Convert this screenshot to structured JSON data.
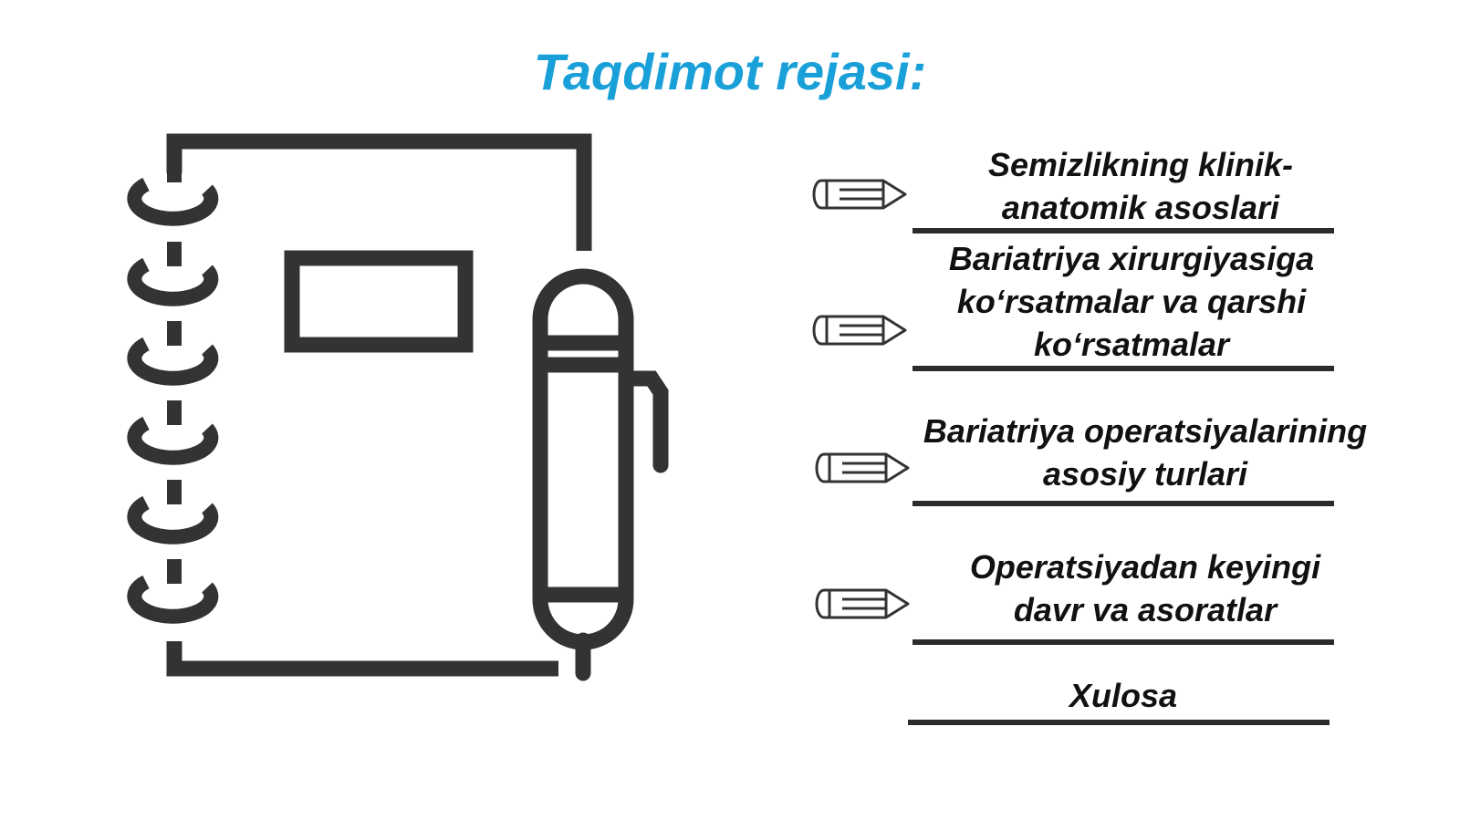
{
  "slide": {
    "title": "Taqdimot rejasi:",
    "colors": {
      "title": "#1aa0d8",
      "icon_stroke": "#333333",
      "text": "#111111",
      "rule": "#2b2b2b"
    },
    "illustration_icon": "notebook-with-pen-icon",
    "bullet_icon": "pencil-icon",
    "items": [
      {
        "text": "Semizlikning klinik-\nanatomik asoslari"
      },
      {
        "text": "Bariatriya xirurgiyasiga\nko‘rsatmalar va qarshi\nko‘rsatmalar"
      },
      {
        "text": "Bariatriya operatsiyalarining\nasosiy turlari"
      },
      {
        "text": "Operatsiyadan keyingi\ndavr va asoratlar"
      },
      {
        "text": "Xulosa"
      }
    ]
  }
}
